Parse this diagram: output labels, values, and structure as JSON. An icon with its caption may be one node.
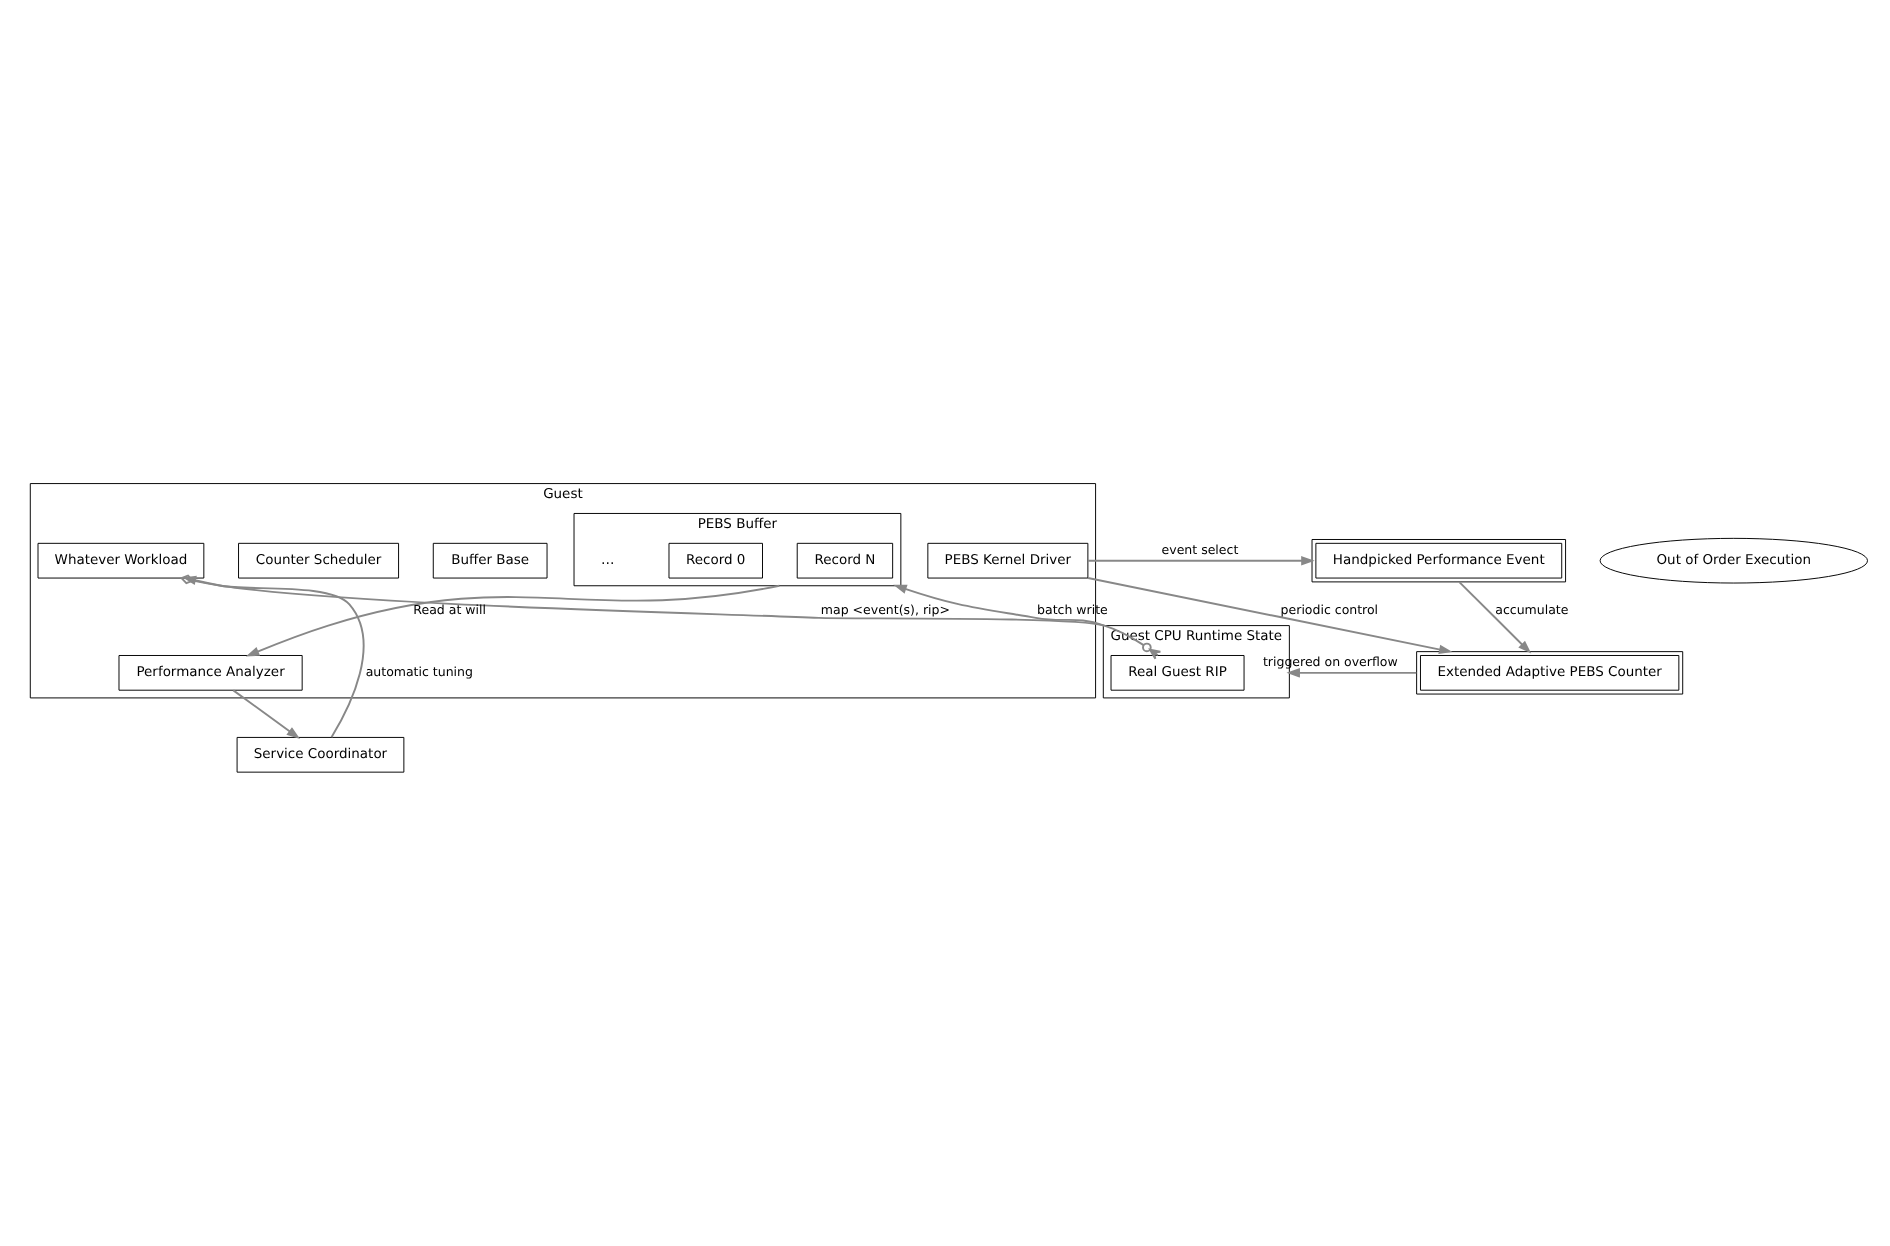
{
  "diagram": {
    "nodes": [
      {
        "text": [
          "Service Coordinator"
        ]
      },
      {
        "text": [
          "Guest"
        ]
      },
      {
        "text": [
          "Performance Analyzer"
        ],
        "in": 1
      },
      {
        "text": [
          "Whatever Workload"
        ],
        "in": 1
      },
      {
        "text": [
          "PEBS Buffer"
        ],
        "in": 1
      },
      {
        "text": [
          "Record N"
        ],
        "in": 4
      },
      {
        "text": [
          "Record 0"
        ],
        "in": 4
      },
      {
        "text": [
          "Buffer Base"
        ],
        "in": 1
      },
      {
        "text": [
          "Counter Scheduler"
        ],
        "in": 1
      },
      {
        "text": [
          "PEBS Kernel Driver"
        ],
        "in": 1
      },
      {
        "text": [
          "Out of Order Execution"
        ]
      },
      {
        "text": [
          "Guest CPU Runtime State"
        ]
      },
      {
        "text": [
          "Real Guest RIP"
        ],
        "in": 11
      },
      {
        "text": [
          "Extended Adaptive PEBS Counter"
        ]
      },
      {
        "text": [
          "Handpicked Performance Event"
        ]
      }
    ],
    "edges": [
      {
        "from": 2,
        "to": 0,
        "arrow": "to"
      },
      {
        "from": 0,
        "to": 3,
        "arrow": "to",
        "label": "automatic tuning"
      },
      {
        "from": 4,
        "to": 2,
        "arrow": "to",
        "label": "Read at will"
      },
      {
        "from": 3,
        "to": 12,
        "arrow": "other",
        "label": "map <event(s), rip>"
      },
      {
        "from": 11,
        "to": 4,
        "arrow": "to",
        "label": "batch write"
      },
      {
        "from": 9,
        "to": 13,
        "arrow": "to",
        "label": "periodic control"
      },
      {
        "from": 13,
        "to": 11,
        "arrow": "to",
        "label": "triggered on overflow"
      },
      {
        "from": 14,
        "to": 13,
        "arrow": "to",
        "label": "accumulate"
      },
      {
        "from": 9,
        "to": 14,
        "arrow": "to",
        "label": "event select"
      }
    ],
    "labels": [
      "…"
    ]
  }
}
